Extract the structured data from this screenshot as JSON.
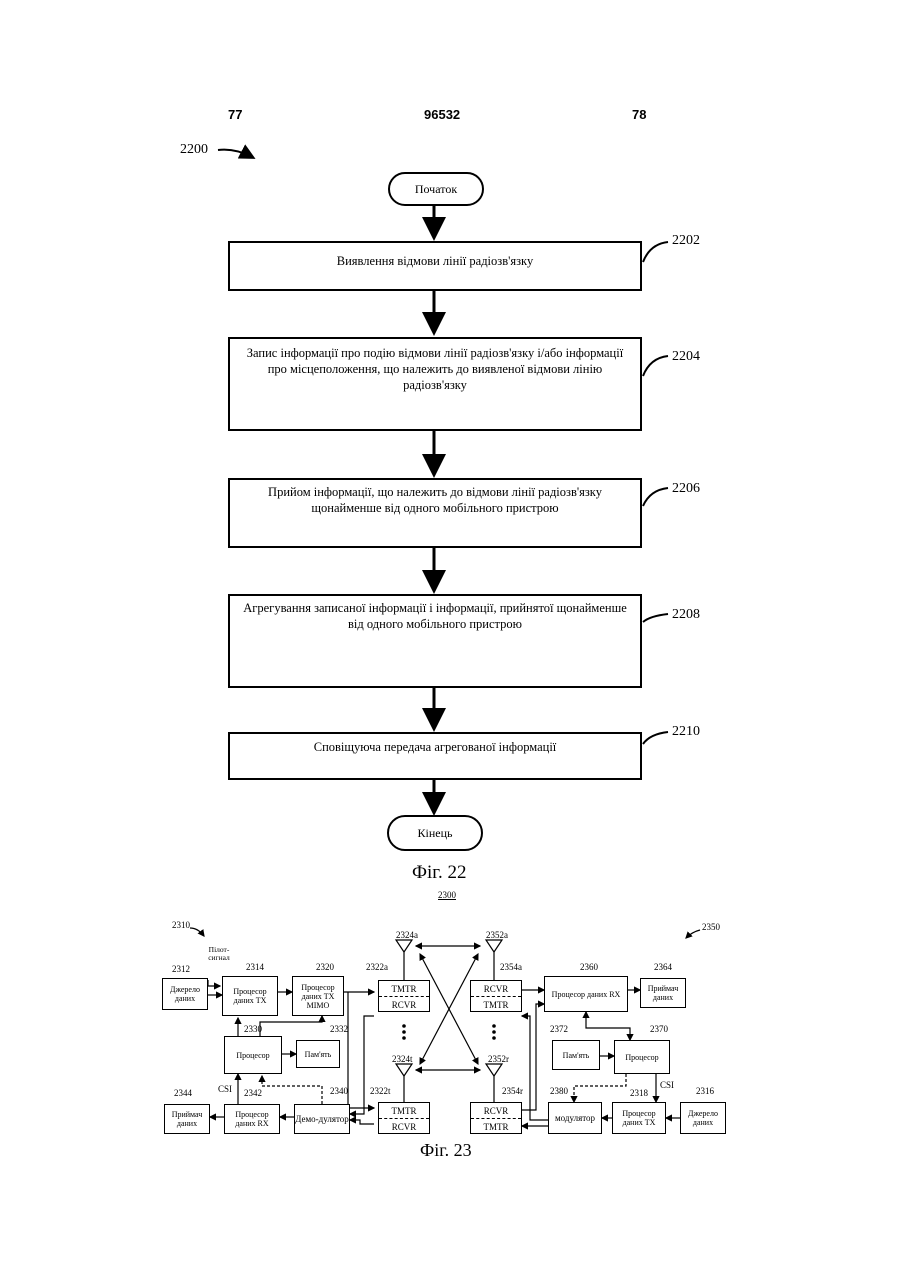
{
  "header": {
    "left_page": "77",
    "patent_number": "96532",
    "right_page": "78"
  },
  "fig22": {
    "ref": "2200",
    "start": "Початок",
    "end": "Кінець",
    "caption": "Фіг. 22",
    "steps": [
      {
        "ref": "2202",
        "text": "Виявлення відмови лінії радіозв'язку"
      },
      {
        "ref": "2204",
        "text": "Запис інформації про подію відмови лінії радіозв'язку і/або інформації про місцеположення, що належить до виявленої відмови лінію радіозв'язку"
      },
      {
        "ref": "2206",
        "text": "Прийом інформації, що належить до відмови лінії радіозв'язку щонайменше від одного мобільного пристрою"
      },
      {
        "ref": "2208",
        "text": "Агрегування записаної інформації і інформації, прийнятої щонайменше від одного мобільного пристрою"
      },
      {
        "ref": "2210",
        "text": "Сповіщуюча передача агрегованої інформації"
      }
    ]
  },
  "fig23": {
    "ref": "2300",
    "caption": "Фіг. 23",
    "left_ref": "2310",
    "right_ref": "2350",
    "pilot": "Пілот-сигнал",
    "csi": "CSI",
    "blocks": {
      "b2312": {
        "ref": "2312",
        "text": "Джерело даних"
      },
      "b2314": {
        "ref": "2314",
        "text": "Процесор даних TX"
      },
      "b2320": {
        "ref": "2320",
        "text": "Процесор даних TX MIMO"
      },
      "b2330": {
        "ref": "2330",
        "text": "Процесор"
      },
      "b2332": {
        "ref": "2332",
        "text": "Пам'ять"
      },
      "b2340": {
        "ref": "2340",
        "text": "Демо-дулятор"
      },
      "b2342": {
        "ref": "2342",
        "text": "Процесор даних RX"
      },
      "b2344": {
        "ref": "2344",
        "text": "Приймач даних"
      },
      "b2360": {
        "ref": "2360",
        "text": "Процесор даних RX"
      },
      "b2364": {
        "ref": "2364",
        "text": "Приймач даних"
      },
      "b2370": {
        "ref": "2370",
        "text": "Процесор"
      },
      "b2372": {
        "ref": "2372",
        "text": "Пам'ять"
      },
      "b2380": {
        "ref": "2380",
        "text": "модулятор"
      },
      "b2318": {
        "ref": "2318",
        "text": "Процесор даних TX"
      },
      "b2316": {
        "ref": "2316",
        "text": "Джерело даних"
      }
    },
    "transceivers": {
      "t2322a": {
        "ref": "2322a",
        "top": "TMTR",
        "bottom": "RCVR"
      },
      "t2322t": {
        "ref": "2322t",
        "top": "TMTR",
        "bottom": "RCVR"
      },
      "t2354a": {
        "ref": "2354a",
        "top": "RCVR",
        "bottom": "TMTR"
      },
      "t2354r": {
        "ref": "2354r",
        "top": "RCVR",
        "bottom": "TMTR"
      }
    },
    "antennas": {
      "a2324a": "2324a",
      "a2324t": "2324t",
      "a2352a": "2352a",
      "a2352r": "2352r"
    }
  }
}
